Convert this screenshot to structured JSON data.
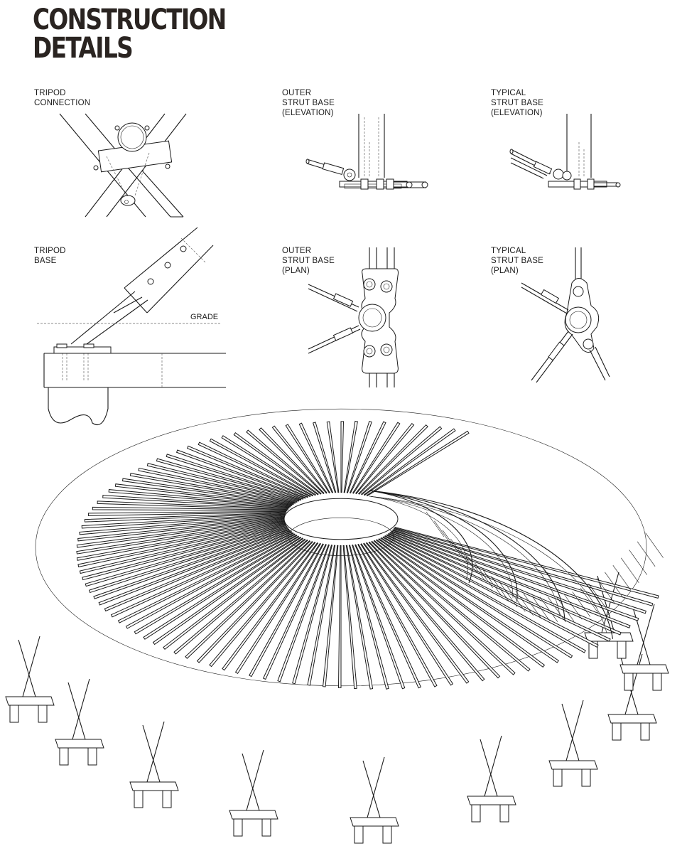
{
  "title": {
    "line1": "CONSTRUCTION",
    "line2": "DETAILS"
  },
  "details": {
    "tripod_connection": {
      "line1": "TRIPOD",
      "line2": "CONNECTION"
    },
    "outer_strut_elev": {
      "line1": "OUTER",
      "line2": "STRUT BASE",
      "line3": "(ELEVATION)"
    },
    "typical_strut_elev": {
      "line1": "TYPICAL",
      "line2": "STRUT BASE",
      "line3": "(ELEVATION)"
    },
    "tripod_base": {
      "line1": "TRIPOD",
      "line2": "BASE"
    },
    "outer_strut_plan": {
      "line1": "OUTER",
      "line2": "STRUT BASE",
      "line3": "(PLAN)"
    },
    "typical_strut_plan": {
      "line1": "TYPICAL",
      "line2": "STRUT BASE",
      "line3": "(PLAN)"
    }
  },
  "annotations": {
    "grade": "GRADE"
  }
}
